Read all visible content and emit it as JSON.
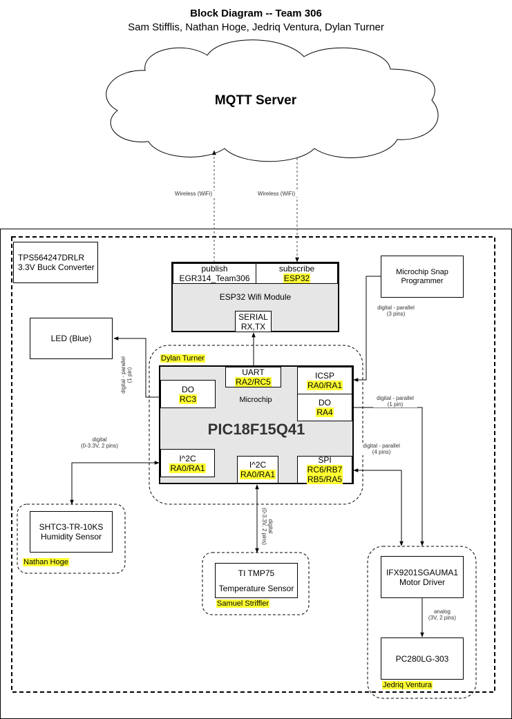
{
  "header": {
    "title": "Block Diagram -- Team 306",
    "subtitle": "Sam Stifflis, Nathan Hoge, Jedriq Ventura, Dylan Turner"
  },
  "cloud": {
    "label": "MQTT Server"
  },
  "wifi": {
    "left": "Wireless (WiFi)",
    "right": "Wireless (WiFi)"
  },
  "buck": {
    "line1": "TPS564247DRLR",
    "line2": "3.3V Buck Converter"
  },
  "esp": {
    "publish": "publish",
    "publish_topic": "EGR314_Team306",
    "subscribe": "subscribe",
    "subscribe_topic": "ESP32",
    "name": "ESP32 Wifi Module",
    "serial": "SERIAL",
    "serial_pins": "RX,TX"
  },
  "snap": {
    "label": "Microchip Snap Programmer"
  },
  "led": {
    "label": "LED (Blue)"
  },
  "pic": {
    "owner": "Dylan Turner",
    "vendor": "Microchip",
    "name": "PIC18F15Q41",
    "uart": "UART",
    "uart_pins": "RA2/RC5",
    "icsp": "ICSP",
    "icsp_pins": "RA0/RA1",
    "do_left": "DO",
    "do_left_pin": "RC3",
    "do_right": "DO",
    "do_right_pin": "RA4",
    "i2c_left": "I^2C",
    "i2c_left_pins": "RA0/RA1",
    "i2c_mid": "I^2C",
    "i2c_mid_pins": "RA0/RA1",
    "spi": "SPI",
    "spi_pins1": "RC6/RB7",
    "spi_pins2": "RB5/RA5"
  },
  "links": {
    "snap_icsp_1": "digital - parallel",
    "snap_icsp_2": "(3 pins)",
    "led_1": "digital - parallel",
    "led_2": "(1 pin)",
    "hum_1": "digital",
    "hum_2": "(0-3.3V, 2 pins)",
    "do_motor_1": "digital - parallel",
    "do_motor_2": "(1 pin)",
    "spi_motor_1": "digital - parallel",
    "spi_motor_2": "(4 pins)",
    "tmp_1": "digital",
    "tmp_2": "(0-3.3V, 2 pins)",
    "analog_1": "analog",
    "analog_2": "(3V, 2 pins)"
  },
  "humidity": {
    "line1": "SHTC3-TR-10KS",
    "line2": "Humidity Sensor",
    "owner": "Nathan Hoge"
  },
  "temp": {
    "line1": "TI TMP75",
    "line2": "Temperature Sensor",
    "owner": "Samuel Striffler"
  },
  "motor": {
    "line1": "IFX9201SGAUMA1",
    "line2": "Motor Driver",
    "owner": "Jedriq Ventura"
  },
  "pc": {
    "label": "PC280LG-303"
  }
}
